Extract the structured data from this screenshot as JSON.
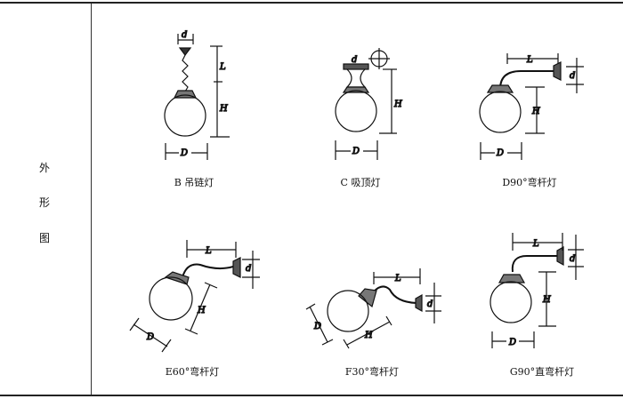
{
  "side_label": [
    "外",
    "形",
    "图"
  ],
  "captions": {
    "b": "B 吊链灯",
    "c": "C 吸顶灯",
    "d": "D90°弯杆灯",
    "e": "E60°弯杆灯",
    "f": "F30°弯杆灯",
    "g": "G90°直弯杆灯"
  },
  "dims": {
    "d": "d",
    "L": "L",
    "H": "H",
    "D": "D"
  }
}
